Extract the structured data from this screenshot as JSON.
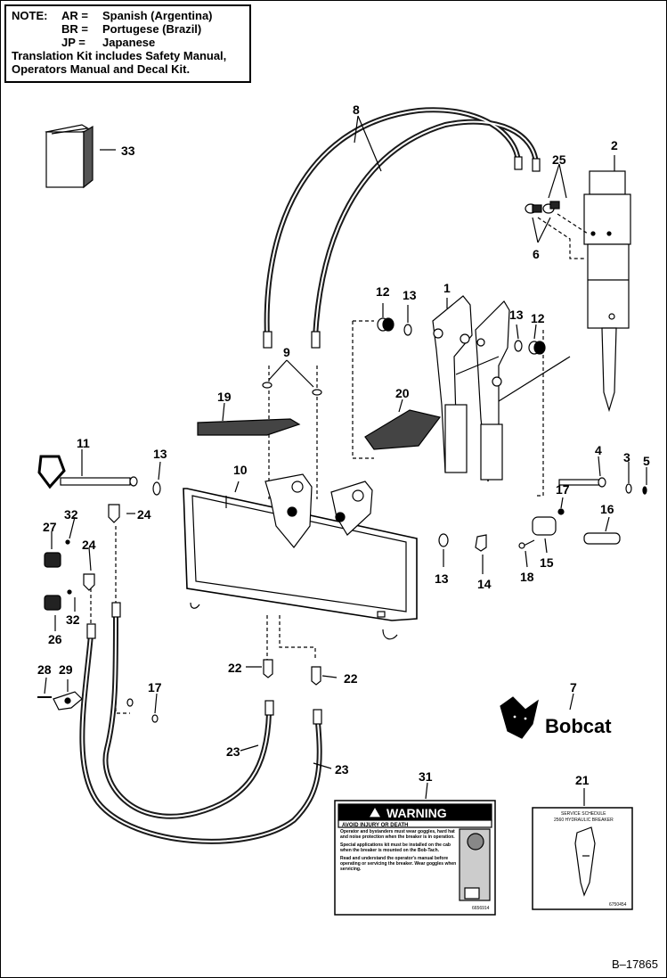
{
  "note": {
    "label": "NOTE:",
    "lines": [
      {
        "code": "AR =",
        "language": "Spanish (Argentina)"
      },
      {
        "code": "BR =",
        "language": "Portugese (Brazil)"
      },
      {
        "code": "JP =",
        "language": "Japanese"
      }
    ],
    "kit_line1": "Translation Kit includes Safety Manual,",
    "kit_line2": "Operators Manual and Decal Kit."
  },
  "callouts": [
    "1",
    "2",
    "3",
    "4",
    "5",
    "6",
    "7",
    "8",
    "9",
    "10",
    "11",
    "12",
    "13",
    "14",
    "15",
    "16",
    "17",
    "18",
    "19",
    "20",
    "21",
    "22",
    "23",
    "24",
    "25",
    "26",
    "27",
    "28",
    "29",
    "31",
    "32",
    "33"
  ],
  "brand": "Bobcat",
  "warning_decal": {
    "heading": "WARNING",
    "subheading": "AVOID INJURY OR DEATH",
    "bullets": [
      "Operator and bystanders must wear goggles, hard hat and noise protection when the breaker is in operation.",
      "Special applications kit must be installed on the cab when the breaker is mounted on the Bob-Tach.",
      "Read and understand the operator's manual before operating or servicing the breaker. Wear goggles when servicing."
    ],
    "part_no": "6656914"
  },
  "service_decal": {
    "title1": "SERVICE SCHEDULE",
    "title2": "2560 HYDRAULIC BREAKER",
    "part_no": "6750454"
  },
  "diagram_id": "B–17865",
  "colors": {
    "ink": "#000000",
    "paper": "#ffffff",
    "hose": "#1a1a1a"
  }
}
